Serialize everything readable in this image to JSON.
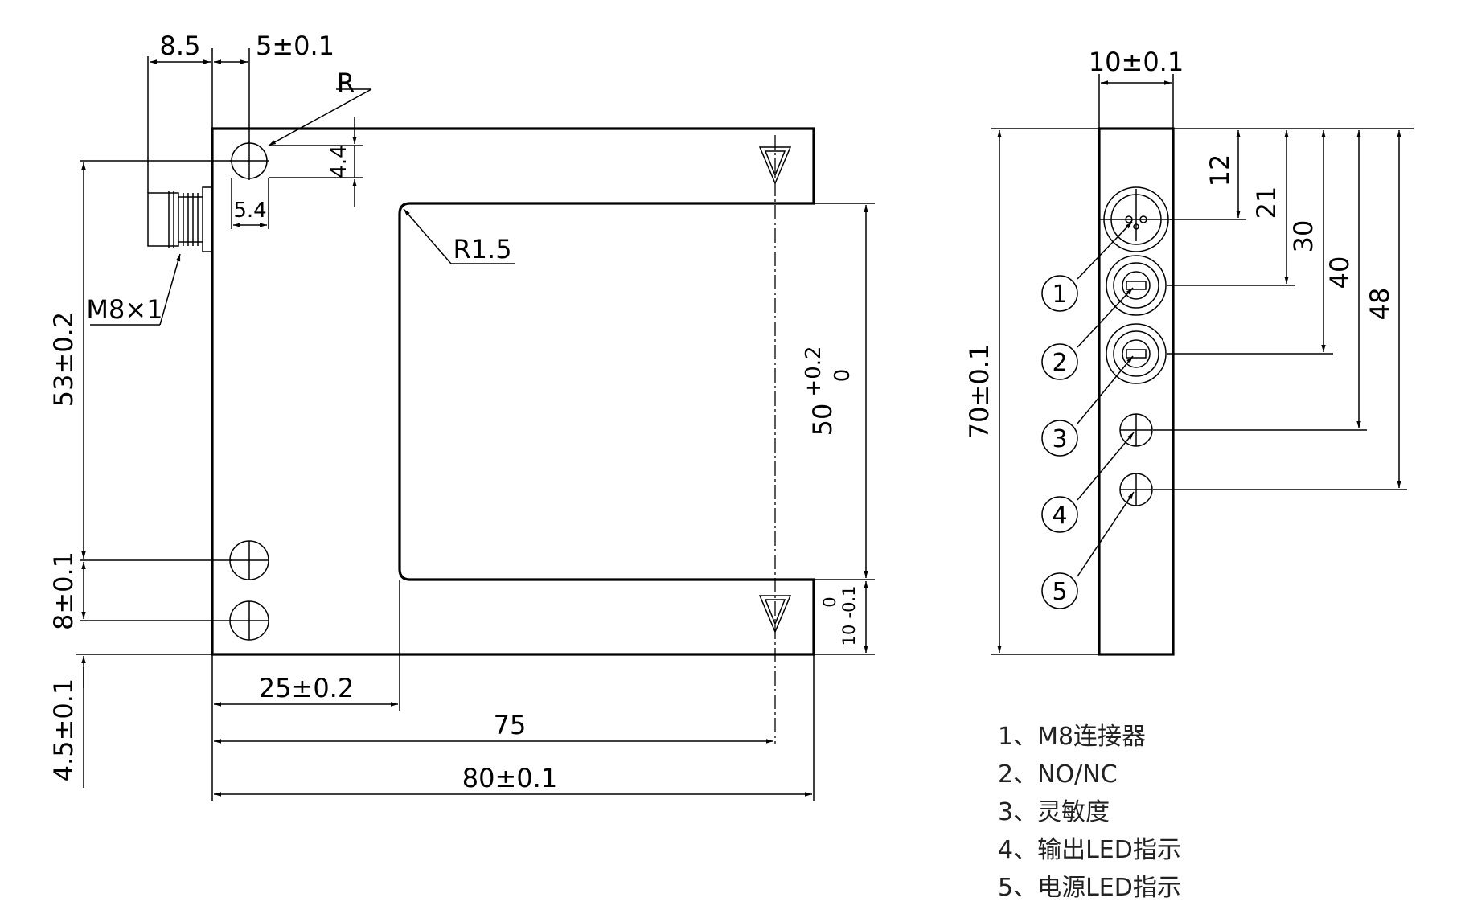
{
  "labels": {
    "dim_8_5": "8.5",
    "dim_5": "5±0.1",
    "dim_R": "R",
    "dim_4_4": "4.4",
    "dim_5_4": "5.4",
    "dim_R1_5": "R1.5",
    "dim_M8": "M8×1",
    "dim_53": "53±0.2",
    "dim_50_main": "50",
    "dim_50_upper": "+0.2",
    "dim_50_lower": "0",
    "dim_10_main": "10",
    "dim_10_upper": "0",
    "dim_10_lower": "-0.1",
    "dim_8": "8±0.1",
    "dim_4_5": "4.5±0.1",
    "dim_25": "25±0.2",
    "dim_75": "75",
    "dim_80": "80±0.1",
    "dim_10w": "10±0.1",
    "dim_70": "70±0.1",
    "dim_12": "12",
    "dim_21": "21",
    "dim_30": "30",
    "dim_40": "40",
    "dim_48": "48"
  },
  "callouts": [
    "1",
    "2",
    "3",
    "4",
    "5"
  ],
  "legend": [
    "1、M8连接器",
    "2、NO/NC",
    "3、灵敏度",
    "4、输出LED指示",
    "5、电源LED指示"
  ]
}
